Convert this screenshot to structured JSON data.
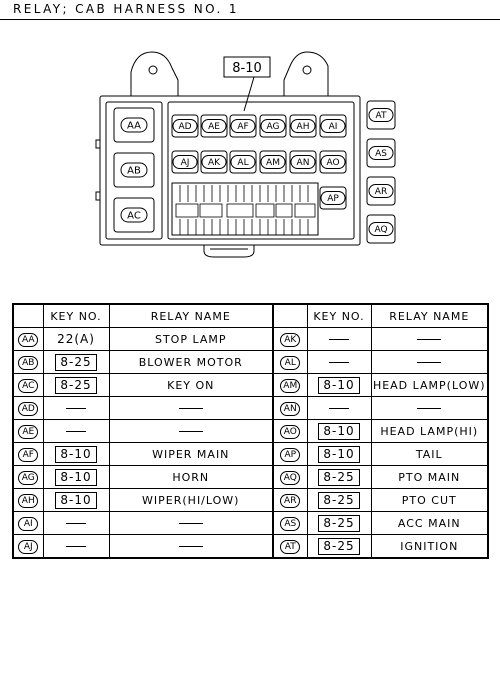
{
  "title": "RELAY; CAB HARNESS NO. 1",
  "diagram": {
    "callout": "8-10",
    "relays_left": [
      "AA",
      "AB",
      "AC"
    ],
    "relays_row1": [
      "AD",
      "AE",
      "AF",
      "AG",
      "AH",
      "AI"
    ],
    "relays_row2": [
      "AJ",
      "AK",
      "AL",
      "AM",
      "AN",
      "AO"
    ],
    "relay_ap": "AP",
    "relays_right": [
      "AT",
      "AS",
      "AR",
      "AQ"
    ]
  },
  "table": {
    "headers": [
      "KEY NO.",
      "RELAY NAME",
      "KEY NO.",
      "RELAY NAME"
    ],
    "rows": [
      {
        "l_id": "AA",
        "l_key": "22(A)",
        "l_key_boxed": false,
        "l_name": "STOP LAMP",
        "r_id": "AK",
        "r_key": "",
        "r_name": ""
      },
      {
        "l_id": "AB",
        "l_key": "8-25",
        "l_key_boxed": true,
        "l_name": "BLOWER MOTOR",
        "r_id": "AL",
        "r_key": "",
        "r_name": ""
      },
      {
        "l_id": "AC",
        "l_key": "8-25",
        "l_key_boxed": true,
        "l_name": "KEY ON",
        "r_id": "AM",
        "r_key": "8-10",
        "r_name": "HEAD LAMP(LOW)"
      },
      {
        "l_id": "AD",
        "l_key": "",
        "l_key_boxed": false,
        "l_name": "",
        "r_id": "AN",
        "r_key": "",
        "r_name": ""
      },
      {
        "l_id": "AE",
        "l_key": "",
        "l_key_boxed": false,
        "l_name": "",
        "r_id": "AO",
        "r_key": "8-10",
        "r_name": "HEAD LAMP(HI)"
      },
      {
        "l_id": "AF",
        "l_key": "8-10",
        "l_key_boxed": true,
        "l_name": "WIPER MAIN",
        "r_id": "AP",
        "r_key": "8-10",
        "r_name": "TAIL"
      },
      {
        "l_id": "AG",
        "l_key": "8-10",
        "l_key_boxed": true,
        "l_name": "HORN",
        "r_id": "AQ",
        "r_key": "8-25",
        "r_name": "PTO MAIN"
      },
      {
        "l_id": "AH",
        "l_key": "8-10",
        "l_key_boxed": true,
        "l_name": "WIPER(HI/LOW)",
        "r_id": "AR",
        "r_key": "8-25",
        "r_name": "PTO CUT"
      },
      {
        "l_id": "AI",
        "l_key": "",
        "l_key_boxed": false,
        "l_name": "",
        "r_id": "AS",
        "r_key": "8-25",
        "r_name": "ACC MAIN"
      },
      {
        "l_id": "AJ",
        "l_key": "",
        "l_key_boxed": false,
        "l_name": "",
        "r_id": "AT",
        "r_key": "8-25",
        "r_name": "IGNITION"
      }
    ]
  }
}
